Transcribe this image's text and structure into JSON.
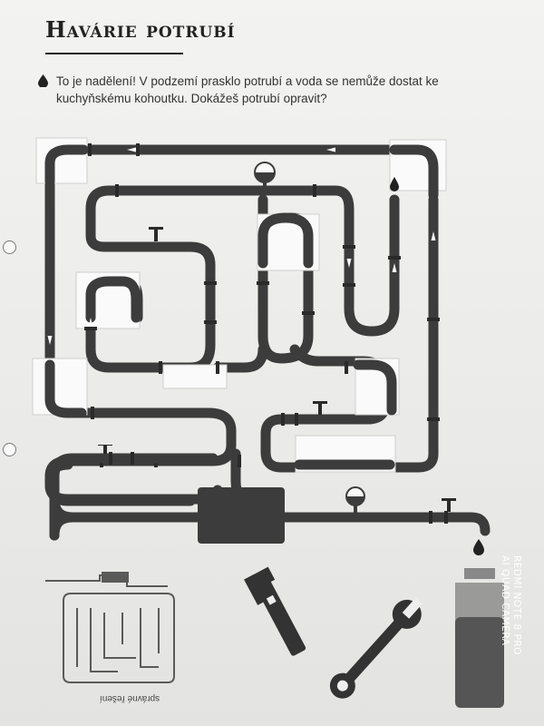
{
  "page": {
    "title": "Havárie potrubí",
    "instruction": "To je nadělení! V podzemí prasklo potrubí a voda se nemůže dostat ke kuchyňskému kohoutku. Dokážeš potrubí opravit?",
    "solution_label": "správné řešení"
  },
  "watermark": {
    "line1": "REDMI NOTE 8 PRO",
    "line2": "AI QUAD CAMERA"
  },
  "colors": {
    "pipe": "#3c3c3c",
    "paper": "#efefed",
    "patch": "#fafafa",
    "water": "#2a2a2a",
    "watermark": "#ffffff"
  },
  "icons": [
    "water-drop-icon",
    "pipe-wrench-icon",
    "open-end-wrench-icon",
    "water-jar-icon",
    "tap-icon",
    "pressure-gauge-icon"
  ]
}
